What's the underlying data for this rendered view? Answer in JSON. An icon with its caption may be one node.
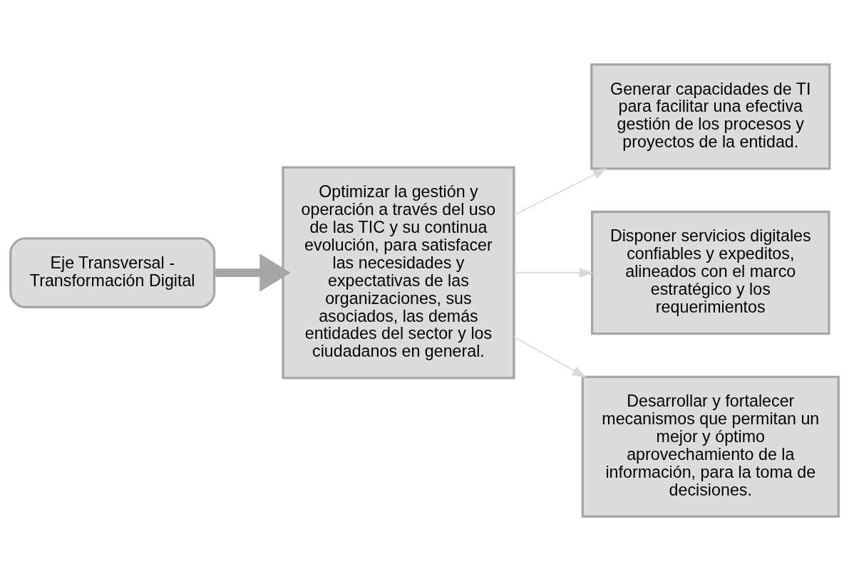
{
  "diagram": {
    "nodes": [
      {
        "text": [
          "Eje Transversal - Transformación Digital"
        ]
      },
      {
        "text": [
          "Optimizar la gestión y operación a través del uso de las TIC y su continua evolución, para satisfacer las necesidades y expectativas de las organizaciones, sus asociados, las demás entidades del sector y los ciudadanos en general."
        ]
      },
      {
        "text": [
          "Generar capacidades de TI para facilitar una efectiva gestión de los procesos y proyectos de la entidad."
        ]
      },
      {
        "text": [
          "Disponer servicios digitales confiables y expeditos, alineados con el marco estratégico y los requerimientos"
        ]
      },
      {
        "text": [
          "Desarrollar y fortalecer mecanismos que permitan un mejor y óptimo aprovechamiento de la información, para la toma de decisiones."
        ]
      }
    ],
    "edges": [
      {
        "from": 0,
        "to": 1,
        "arrow": "to",
        "style": "thick",
        "color": "#a6a6a6"
      },
      {
        "from": 1,
        "to": 2,
        "arrow": "to"
      },
      {
        "from": 1,
        "to": 3,
        "arrow": "to"
      },
      {
        "from": 1,
        "to": 4,
        "arrow": "to"
      }
    ]
  }
}
